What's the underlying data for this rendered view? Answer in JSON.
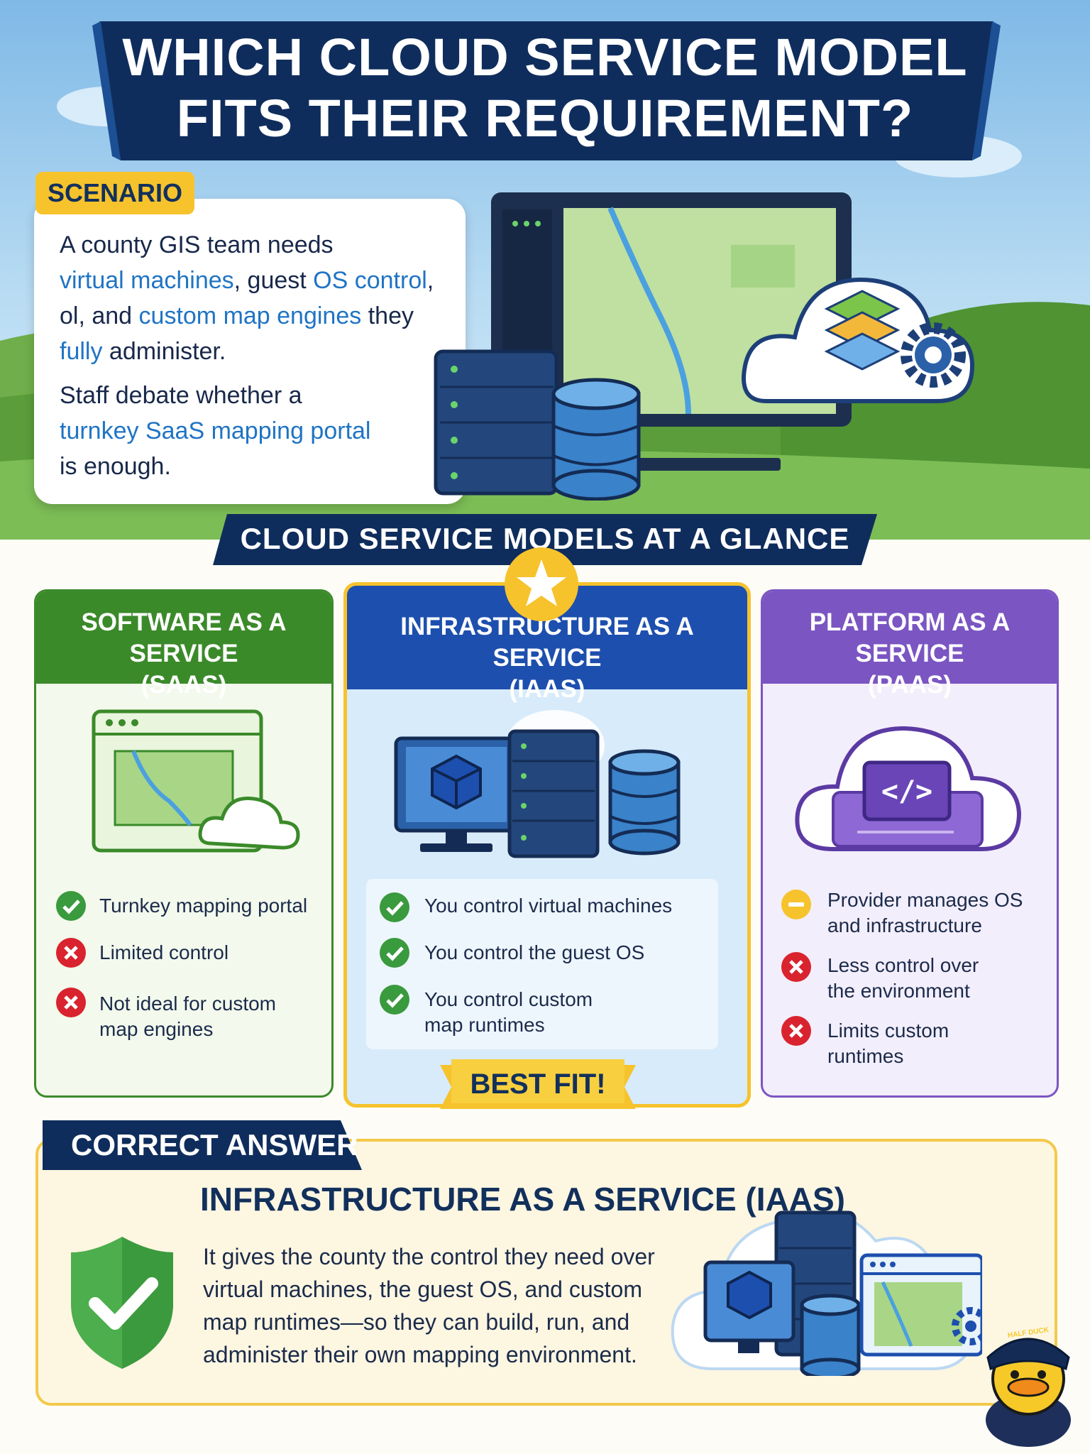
{
  "title": {
    "line1": "WHICH CLOUD SERVICE MODEL",
    "line2": "FITS THEIR REQUIREMENT?"
  },
  "scenario": {
    "tag": "SCENARIO",
    "l1": "A county GIS team needs",
    "l2_hl1": "virtual machines",
    "l2_mid": ", guest ",
    "l2_hl2": "OS control",
    "l2_end": ",",
    "l3_start": "ol, and ",
    "l3_hl": "custom map engines",
    "l3_end": " they",
    "l4_hl": "fully",
    "l4_end": " administer.",
    "l5": "Staff debate whether a",
    "l6_hl": "turnkey SaaS mapping portal",
    "l7": "is enough."
  },
  "glance": "CLOUD SERVICE MODELS AT A GLANCE",
  "saas": {
    "head1": "SOFTWARE AS A SERVICE",
    "head2": "(SAAS)",
    "b1": "Turnkey mapping portal",
    "b2": "Limited control",
    "b3a": "Not ideal for custom",
    "b3b": "map engines"
  },
  "iaas": {
    "head1": "INFRASTRUCTURE AS A SERVICE",
    "head2": "(IAAS)",
    "b1": "You control virtual machines",
    "b2": "You control the guest OS",
    "b3a": "You control custom",
    "b3b": "map runtimes",
    "badge": "BEST FIT!"
  },
  "paas": {
    "head1": "PLATFORM AS A SERVICE",
    "head2": "(PAAS)",
    "b1a": "Provider manages OS",
    "b1b": "and infrastructure",
    "b2a": "Less control over",
    "b2b": "the environment",
    "b3a": "Limits custom",
    "b3b": "runtimes"
  },
  "answer": {
    "tag": "CORRECT ANSWER",
    "heading": "INFRASTRUCTURE AS A SERVICE (IAAS)",
    "l1": "It gives the county the control they need over",
    "l2": "virtual machines, the guest OS, and custom",
    "l3": "map runtimes—so they can build, run, and",
    "l4": "administer their own mapping environment."
  },
  "mascot_hat": "HALF DUCK",
  "colors": {
    "navy": "#12305c",
    "saas_green": "#3b8a2a",
    "iaas_blue": "#1d4fae",
    "paas_purple": "#7b55c2",
    "yellow": "#f6c32d",
    "check": "#3a9a3e",
    "cross": "#d9232e"
  }
}
